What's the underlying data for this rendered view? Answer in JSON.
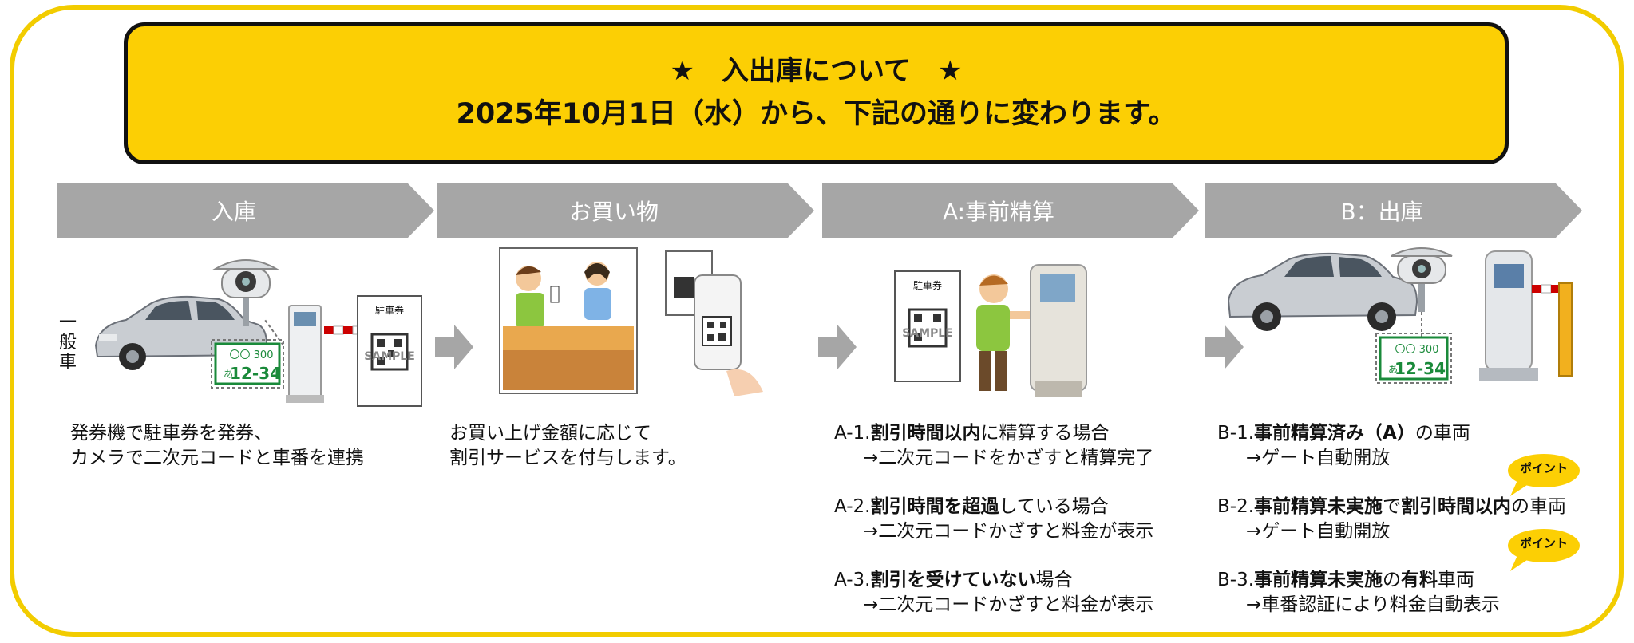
{
  "headline": {
    "line1": "★　入出庫について　★",
    "line2": "2025年10月1日（水）から、下記の通りに変わります。"
  },
  "steps": [
    {
      "label": "入庫"
    },
    {
      "label": "お買い物"
    },
    {
      "label": "A:事前精算"
    },
    {
      "label": "B：出庫"
    }
  ],
  "side_label": [
    "一",
    "般",
    "車"
  ],
  "illustrations": {
    "ticket_title": "駐車券",
    "ticket_sample": "SAMPLE",
    "plate_top": "〇〇 300",
    "plate_kana": "あ",
    "plate_number": "12-34"
  },
  "entry": {
    "line1": "発券機で駐車券を発券、",
    "line2": "カメラで二次元コードと車番を連携"
  },
  "shopping": {
    "line1": "お買い上げ金額に応じて",
    "line2": "割引サービスを付与します。"
  },
  "prepay": {
    "a1": {
      "id": "A-1.",
      "bold": "割引時間以内",
      "rest": "に精算する場合",
      "result": "→二次元コードをかざすと精算完了"
    },
    "a2": {
      "id": "A-2.",
      "bold": "割引時間を超過",
      "rest": "している場合",
      "result": "→二次元コードかざすと料金が表示"
    },
    "a3": {
      "id": "A-3.",
      "bold": "割引を受けていない",
      "rest": "場合",
      "result": "→二次元コードかざすと料金が表示"
    }
  },
  "exit": {
    "b1": {
      "id": "B-1.",
      "bold1": "事前精算済み（A）",
      "mid": "の車両",
      "result": "→ゲート自動開放"
    },
    "b2": {
      "id": "B-2.",
      "bold1": "事前精算未実施",
      "mid": "で",
      "bold2": "割引時間以内",
      "end": "の車両",
      "result": "→ゲート自動開放"
    },
    "b3": {
      "id": "B-3.",
      "bold1": "事前精算未実施",
      "mid": "の",
      "bold2": "有料",
      "end": "車両",
      "result": "→車番認証により料金自動表示"
    }
  },
  "badge": "ポイント",
  "colors": {
    "frame": "#f2cc00",
    "headline_bg": "#fccf04",
    "step_arrow": "#a6a6a6",
    "plate_green": "#1a8a3a"
  }
}
